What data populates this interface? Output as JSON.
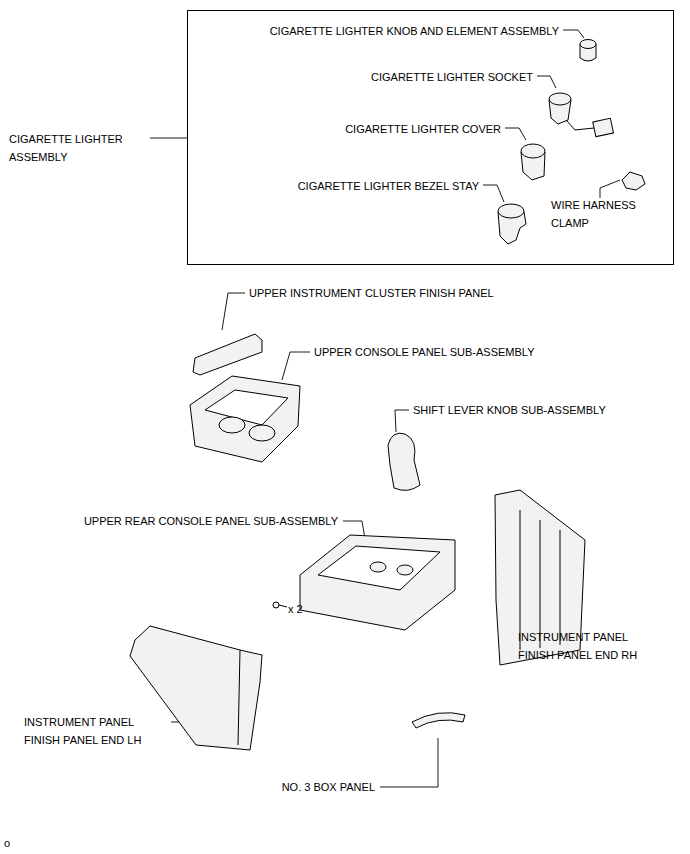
{
  "diagram": {
    "nodes": [
      {
        "text": [
          "CIGARETTE LIGHTER ASSEMBLY",
          "CIGARETTE LIGHTER KNOB AND ELEMENT ASSEMBLY",
          "CIGARETTE LIGHTER SOCKET",
          "CIGARETTE LIGHTER COVER",
          "CIGARETTE LIGHTER BEZEL STAY",
          "WIRE HARNESS CLAMP"
        ]
      }
    ],
    "labels": [
      "UPPER INSTRUMENT CLUSTER FINISH PANEL",
      "UPPER CONSOLE PANEL SUB-ASSEMBLY",
      "SHIFT LEVER KNOB SUB-ASSEMBLY",
      "UPPER REAR CONSOLE PANEL SUB-ASSEMBLY",
      "x 2",
      "INSTRUMENT PANEL FINISH PANEL END RH",
      "INSTRUMENT PANEL FINISH PANEL END LH",
      "NO. 3 BOX PANEL",
      "o"
    ]
  }
}
